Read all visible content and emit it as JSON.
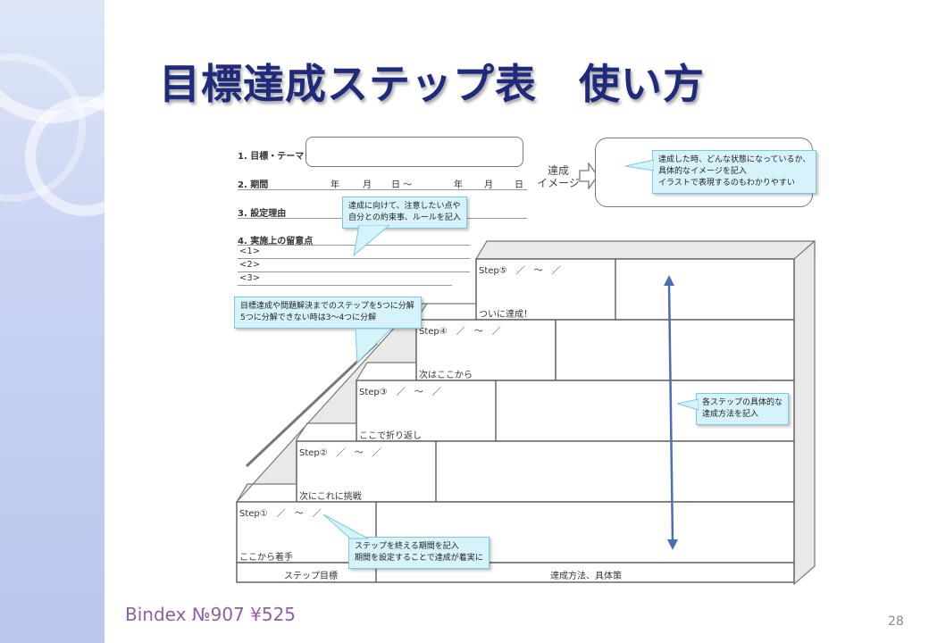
{
  "title": "目標達成ステップ表　使い方",
  "form": {
    "goal_label": "1. 目標・テーマ",
    "period_label": "2. 期間",
    "period_fields": [
      "年",
      "月",
      "日 ～",
      "年",
      "月",
      "日"
    ],
    "reason_label": "3. 設定理由",
    "notes_label": "4. 実施上の留意点",
    "notes_items": [
      "<1>",
      "<2>",
      "<3>"
    ],
    "achieve_label_1": "達成",
    "achieve_label_2": "イメージ"
  },
  "callouts": {
    "achieve_image": [
      "達成した時、どんな状態になっているか、",
      "具体的なイメージを記入",
      "イラストで表現するのもわかりやすい"
    ],
    "notes": [
      "達成に向けて、注意したい点や",
      "自分との約束事、ルールを記入"
    ],
    "steps": [
      "目標達成や問題解決までのステップを5つに分解",
      "5つに分解できない時は3～4つに分解"
    ],
    "methods": [
      "各ステップの具体的な",
      "達成方法を記入"
    ],
    "period": [
      "ステップを終える期間を記入",
      "期間を設定することで達成が着実に"
    ]
  },
  "steps": [
    {
      "header": "Step①　／　～　／",
      "note": "ここから着手"
    },
    {
      "header": "Step②　／　～　／",
      "note": "次にこれに挑戦"
    },
    {
      "header": "Step③　／　～　／",
      "note": "ここで折り返し"
    },
    {
      "header": "Step④　／　～　／",
      "note": "次はここから"
    },
    {
      "header": "Step⑤　／　～　／",
      "note": "ついに達成！"
    }
  ],
  "table_footer": {
    "left": "ステップ目標",
    "right": "達成方法、具体策"
  },
  "footer_text": "Bindex №907 ¥525",
  "page_number": "28"
}
